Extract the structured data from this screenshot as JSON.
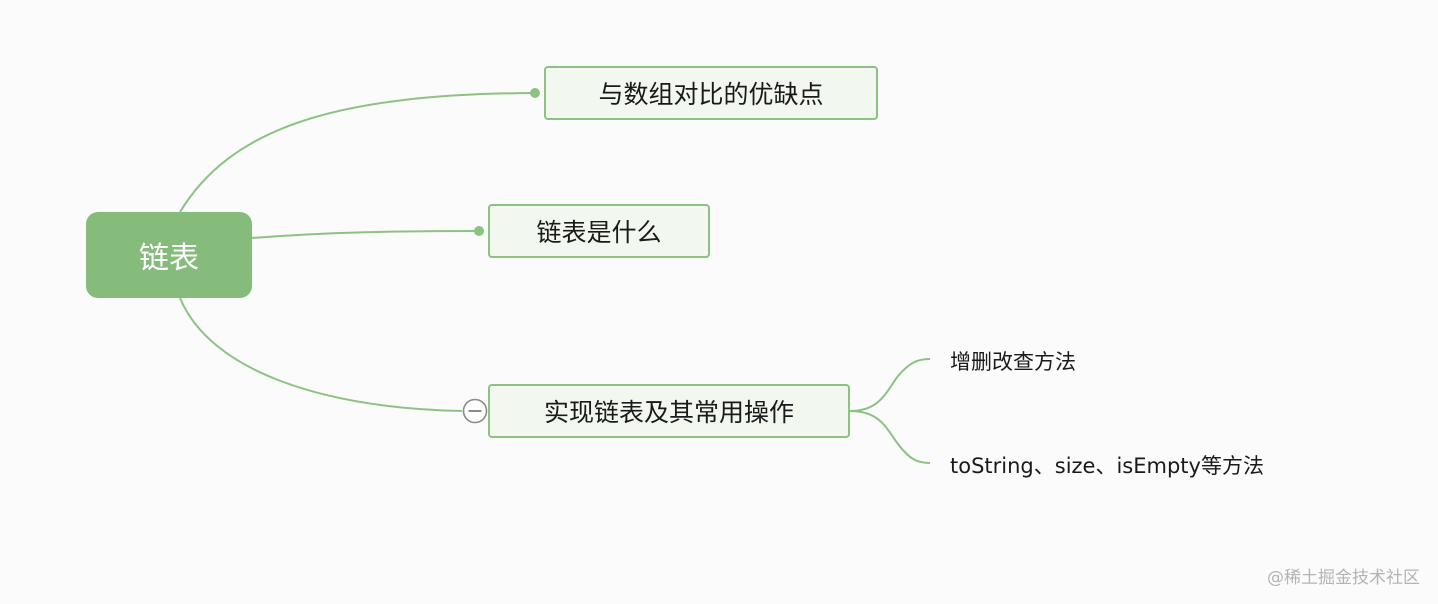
{
  "mindmap": {
    "root": {
      "label": "链表"
    },
    "topics": [
      {
        "label": "与数组对比的优缺点"
      },
      {
        "label": "链表是什么"
      },
      {
        "label": "实现链表及其常用操作",
        "children": [
          {
            "label": "增删改查方法"
          },
          {
            "label": "toString、size、isEmpty等方法"
          }
        ]
      }
    ]
  },
  "colors": {
    "branch": "#8cc383",
    "root_fill": "#85bc7b",
    "topic_fill": "#f2f8ef",
    "topic_border": "#8cc383"
  },
  "icons": {
    "collapse": "minus-circle-icon"
  },
  "watermark": "@稀土掘金技术社区"
}
